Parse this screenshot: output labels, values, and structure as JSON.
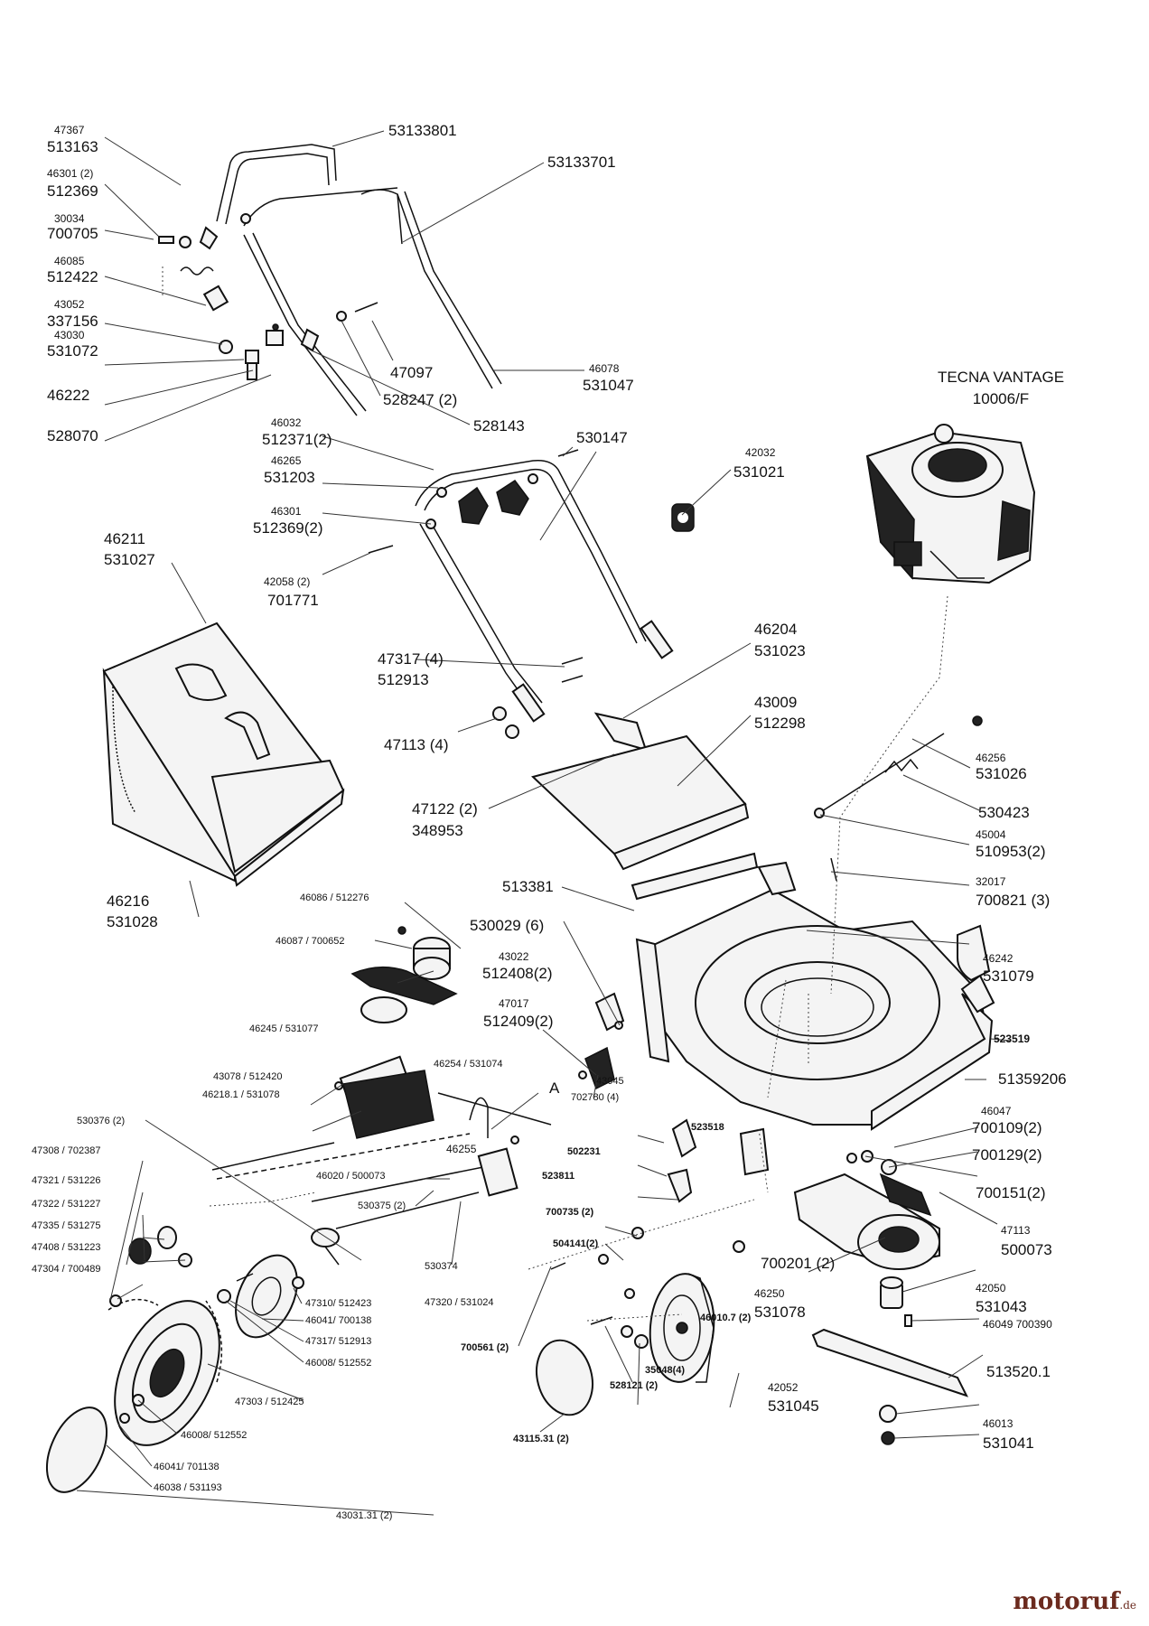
{
  "engine": {
    "name": "TECNA VANTAGE",
    "code": "10006/F"
  },
  "labels": [
    {
      "id": "l1",
      "top": "47367",
      "bottom": "513163"
    },
    {
      "id": "l2",
      "top": "46301 (2)",
      "bottom": "512369"
    },
    {
      "id": "l3",
      "top": "30034",
      "bottom": "700705"
    },
    {
      "id": "l4",
      "top": "46085",
      "bottom": "512422"
    },
    {
      "id": "l5",
      "top": "43052",
      "bottom": "337156"
    },
    {
      "id": "l6",
      "top": "43030",
      "bottom": "531072"
    },
    {
      "id": "l7",
      "top": "",
      "bottom": "46222"
    },
    {
      "id": "l8",
      "top": "",
      "bottom": "528070"
    },
    {
      "id": "l9",
      "top": "",
      "bottom": "53133801"
    },
    {
      "id": "l10",
      "top": "",
      "bottom": "53133701"
    },
    {
      "id": "l11",
      "top": "",
      "bottom": "47097"
    },
    {
      "id": "l12",
      "top": "46078",
      "bottom": "531047"
    },
    {
      "id": "l13",
      "top": "",
      "bottom": "528247 (2)"
    },
    {
      "id": "l14",
      "top": "",
      "bottom": "528143"
    },
    {
      "id": "l15",
      "top": "46032",
      "bottom": "512371(2)"
    },
    {
      "id": "l16",
      "top": "46265",
      "bottom": "531203"
    },
    {
      "id": "l17",
      "top": "46301",
      "bottom": "512369(2)"
    },
    {
      "id": "l18",
      "top": "42058 (2)",
      "bottom": "701771"
    },
    {
      "id": "l19",
      "top": "",
      "bottom": "530147"
    },
    {
      "id": "l20",
      "top": "42032",
      "bottom": "531021"
    },
    {
      "id": "l21",
      "top": "46211",
      "bottom": "531027"
    },
    {
      "id": "l22",
      "top": "47317 (4)",
      "bottom": "512913"
    },
    {
      "id": "l23",
      "top": "46204",
      "bottom": "531023"
    },
    {
      "id": "l24",
      "top": "43009",
      "bottom": "512298"
    },
    {
      "id": "l25",
      "top": "",
      "bottom": "47113 (4)"
    },
    {
      "id": "l26",
      "top": "46256",
      "bottom": "531026"
    },
    {
      "id": "l27",
      "top": "",
      "bottom": "530423"
    },
    {
      "id": "l28",
      "top": "47122 (2)",
      "bottom": "348953"
    },
    {
      "id": "l29",
      "top": "45004",
      "bottom": "510953(2)"
    },
    {
      "id": "l30",
      "top": "32017",
      "bottom": "700821 (3)"
    },
    {
      "id": "l31",
      "top": "46216",
      "bottom": "531028"
    },
    {
      "id": "l32",
      "top": "",
      "bottom": "513381"
    },
    {
      "id": "l33",
      "top": "",
      "bottom": "530029 (6)"
    },
    {
      "id": "l34",
      "top": "46242",
      "bottom": "531079"
    },
    {
      "id": "l35",
      "top": "43022",
      "bottom": "512408(2)"
    },
    {
      "id": "l36",
      "top": "47017",
      "bottom": "512409(2)"
    },
    {
      "id": "l37",
      "top": "",
      "bottom": "523519"
    },
    {
      "id": "l38",
      "top": "",
      "bottom": "51359206"
    },
    {
      "id": "l39",
      "top": "43045",
      "bottom": "702780 (4)"
    },
    {
      "id": "l40",
      "top": "46047",
      "bottom": "700109(2)"
    },
    {
      "id": "l41",
      "top": "",
      "bottom": "700129(2)"
    },
    {
      "id": "l42",
      "top": "",
      "bottom": "700151(2)"
    },
    {
      "id": "l43",
      "top": "47113",
      "bottom": "500073"
    },
    {
      "id": "l44",
      "top": "42050",
      "bottom": "531043"
    },
    {
      "id": "l45",
      "top": "46250",
      "bottom": "531078"
    },
    {
      "id": "l46",
      "top": "",
      "bottom": "46049 700390"
    },
    {
      "id": "l47",
      "top": "",
      "bottom": "513520.1"
    },
    {
      "id": "l48",
      "top": "42052",
      "bottom": "531045"
    },
    {
      "id": "l49",
      "top": "46013",
      "bottom": "531041"
    },
    {
      "id": "l50",
      "top": "",
      "bottom": "700201 (2)"
    }
  ],
  "small_labels": [
    {
      "id": "s1",
      "text": "46086 / 512276"
    },
    {
      "id": "s2",
      "text": "46087 / 700652"
    },
    {
      "id": "s3",
      "text": "46245 / 531077"
    },
    {
      "id": "s4",
      "text": "43078 / 512420"
    },
    {
      "id": "s5",
      "text": "46218.1 / 531078"
    },
    {
      "id": "s6",
      "text": "46254 / 531074"
    },
    {
      "id": "s7",
      "text": "A"
    },
    {
      "id": "s8",
      "text": "530376 (2)"
    },
    {
      "id": "s9",
      "text": "47308 / 702387"
    },
    {
      "id": "s10",
      "text": "47321 / 531226"
    },
    {
      "id": "s11",
      "text": "47322 / 531227"
    },
    {
      "id": "s12",
      "text": "47335 / 531275"
    },
    {
      "id": "s13",
      "text": "47408 / 531223"
    },
    {
      "id": "s14",
      "text": "47304 / 700489"
    },
    {
      "id": "s15",
      "text": "46255"
    },
    {
      "id": "s16",
      "text": "46020 / 500073"
    },
    {
      "id": "s17",
      "text": "530375 (2)"
    },
    {
      "id": "s18",
      "text": "530374"
    },
    {
      "id": "s19",
      "text": "47310/ 512423"
    },
    {
      "id": "s20",
      "text": "46041/ 700138"
    },
    {
      "id": "s21",
      "text": "47317/ 512913"
    },
    {
      "id": "s22",
      "text": "46008/ 512552"
    },
    {
      "id": "s23",
      "text": "47303 / 512425"
    },
    {
      "id": "s24",
      "text": "46008/ 512552"
    },
    {
      "id": "s25",
      "text": "46041/ 701138"
    },
    {
      "id": "s26",
      "text": "46038 / 531193"
    },
    {
      "id": "s27",
      "text": "43031.31 (2)"
    },
    {
      "id": "s28",
      "text": "47320 / 531024"
    },
    {
      "id": "s29",
      "text": "523518"
    },
    {
      "id": "s30",
      "text": "502231"
    },
    {
      "id": "s31",
      "text": "523811"
    },
    {
      "id": "s32",
      "text": "700735 (2)"
    },
    {
      "id": "s33",
      "text": "504141(2)"
    },
    {
      "id": "s34",
      "text": "700561 (2)"
    },
    {
      "id": "s35",
      "text": "528121 (2)"
    },
    {
      "id": "s36",
      "text": "35048(4)"
    },
    {
      "id": "s37",
      "text": "46010.7 (2)"
    },
    {
      "id": "s38",
      "text": "43115.31 (2)"
    }
  ],
  "watermark": {
    "name": "motoruf",
    "tld": ".de"
  }
}
